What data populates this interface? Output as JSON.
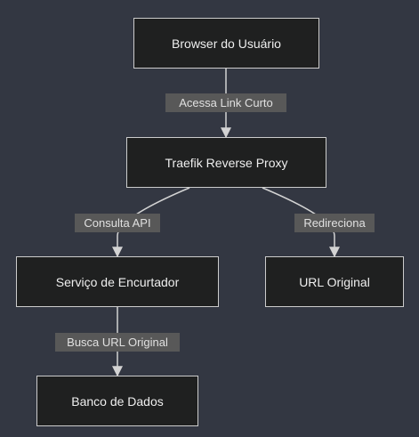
{
  "colors": {
    "background": "#333742",
    "node_fill": "#1f2020",
    "node_border": "#cccccc",
    "node_text": "#eeeeee",
    "edge": "#d3d3d3",
    "edge_label_bg": "#585858",
    "edge_label_text": "#e0e0e0"
  },
  "nodes": {
    "browser": "Browser do Usuário",
    "traefik": "Traefik Reverse Proxy",
    "encurtador": "Serviço de Encurtador",
    "url_original": "URL Original",
    "banco": "Banco de Dados"
  },
  "edges": {
    "acessa": "Acessa Link Curto",
    "consulta": "Consulta API",
    "redireciona": "Redireciona",
    "busca": "Busca URL Original"
  }
}
